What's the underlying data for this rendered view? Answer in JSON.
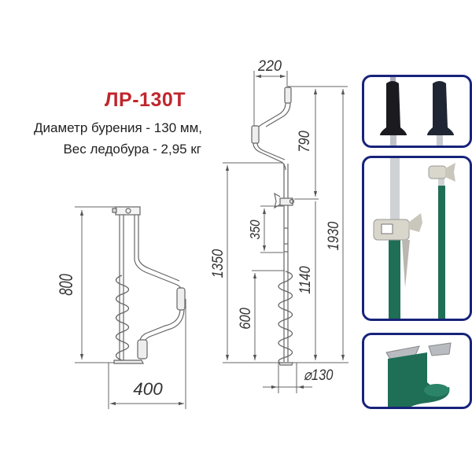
{
  "header": {
    "model": "ЛР-130Т",
    "specs": [
      "Диаметр бурения - 130 мм,",
      "Вес ледобура - 2,95 кг"
    ]
  },
  "drawing_folded": {
    "dimensions": {
      "height": "800",
      "width": "400"
    }
  },
  "drawing_assembled": {
    "dimensions": {
      "handle_offset": "220",
      "upper_section": "790",
      "total_length": "1930",
      "lower_section": "1350",
      "adjust_range": "350",
      "auger_bottom": "1140",
      "spiral_length": "600",
      "diameter": "⌀130"
    }
  },
  "photo_panels": [
    {
      "name": "handle-grips-photo",
      "content": "Two black rubber handle grips"
    },
    {
      "name": "clamp-mechanism-photo",
      "content": "Telescopic clamp with wing nut on green tube"
    },
    {
      "name": "cutting-blades-photo",
      "content": "Green auger head with steel cutting blades"
    }
  ],
  "colors": {
    "title": "#c0262d",
    "panel_border": "#17237a",
    "tube_green": "#1f6e56",
    "line": "#555555"
  }
}
